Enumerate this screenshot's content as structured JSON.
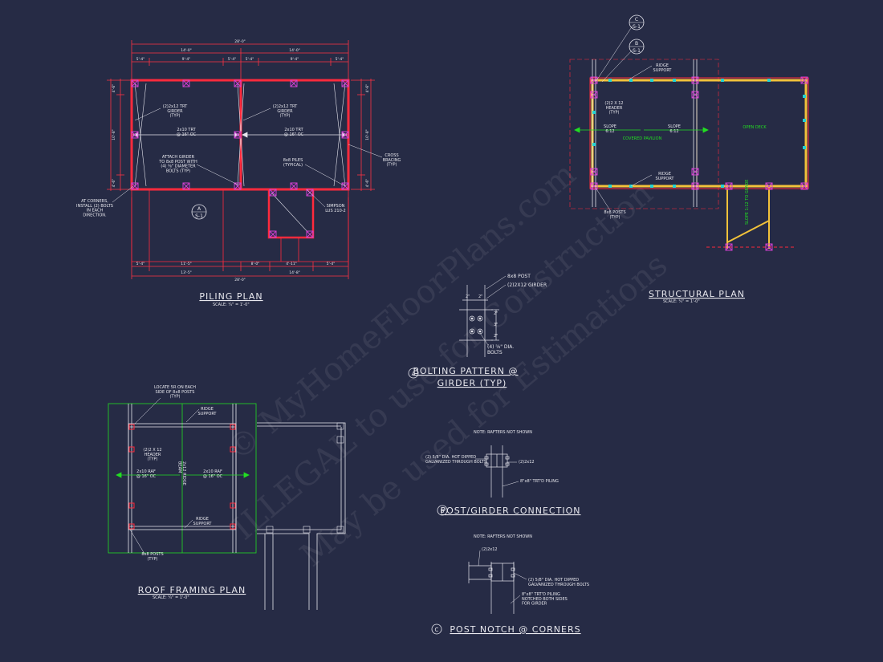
{
  "watermark": {
    "line1": "© MyHomeFloorPlans.com",
    "line2": "ILLEGAL to use for Construction",
    "line3": "May be used for Estimations"
  },
  "colors": {
    "background": "#262b45",
    "framing_red": "#ff2a3c",
    "dimension_red": "#ff3344",
    "pile_magenta": "#d040d0",
    "header_yellow": "#f2c23a",
    "green": "#22dd22",
    "cyan": "#22d3d3",
    "line_white": "#e6e6ee"
  },
  "piling_plan": {
    "title": "PILING PLAN",
    "scale": "SCALE: ¼\" = 1'-0\"",
    "dim_overall": "28'-0\"",
    "dim_top_segments": [
      "14'-0\"",
      "14'-0\""
    ],
    "dim_top_sub": [
      "5'-4\"",
      "9'-4\"",
      "5'-4\"",
      "5'-4\"",
      "9'-4\"",
      "5'-4\""
    ],
    "dim_left": [
      "4'-6\"",
      "10'-8\"",
      "4'-6\""
    ],
    "dim_bottom_sub": [
      "5'-4\"",
      "11'-5\"",
      "8'-0\"",
      "4'-11\"",
      "5'-4\""
    ],
    "dim_bottom_mid": [
      "13'-5\"",
      "14'-8\""
    ],
    "notes": {
      "girder_left": "(2)2x12 TRT\nGIRDER\n(TYP)",
      "girder_right": "(2)2x12 TRT\nGIRDER\n(TYP)",
      "joist_left": "2x10 TRT\n@ 16\" OC",
      "joist_right": "2x10 TRT\n@ 16\" OC",
      "attach": "ATTACH GIRDER\nTO 8x8 POST WITH\n(4) ⅝\" DIAMETER\nBOLTS (TYP)",
      "piles": "8x8 PILES\n(TYPICAL)",
      "cross": "CROSS\nBRACING\n(TYP)",
      "corners": "AT CORNERS,\nINSTALL (2) BOLTS\nIN EACH\nDIRECTION.",
      "simpson": "SIMPSON\nLUS 210-2"
    },
    "callout": {
      "letter": "A",
      "sheet": "S-1"
    }
  },
  "structural_plan": {
    "title": "STRUCTURAL PLAN",
    "scale": "SCALE: ¼\" = 1'-0\"",
    "callouts": [
      {
        "letter": "C",
        "sheet": "S-1"
      },
      {
        "letter": "B",
        "sheet": "S-1"
      }
    ],
    "notes": {
      "ridge_top": "RIDGE\nSUPPORT",
      "header": "(2)2 X 12\nHEADER\n(TYP)",
      "slope_left": "SLOPE\n6:12",
      "slope_right": "SLOPE\n6:12",
      "covered": "COVERED PAVILION",
      "open_deck": "OPEN DECK",
      "ridge_bottom": "RIDGE\nSUPPORT",
      "posts": "8x8 POSTS\n(TYP)",
      "slope_ramp": "SLOPE 1:12 TO GRADE"
    }
  },
  "bolting_detail": {
    "title_line1": "BOLTING PATTERN @",
    "title_line2": "GIRDER (TYP)",
    "marker": "A",
    "notes": {
      "post": "8x8 POST",
      "girder": "(2)2X12 GIRDER",
      "bolts": "(4) ⅝\" DIA.\nBOLTS"
    },
    "dims": [
      "2\"",
      "2\"",
      "2\"",
      "3\"",
      "2\""
    ]
  },
  "roof_framing_plan": {
    "title": "ROOF FRAMING PLAN",
    "scale": "SCALE: ¼\" = 1'-0\"",
    "notes": {
      "locate": "LOCATE 5R ON EACH\nSIDE OF 8x8 POSTS\n(TYP)",
      "ridge_top": "RIDGE\nSUPPORT",
      "header": "(2)2 X 12\nHEADER\n(TYP)",
      "raf_left": "2x10 RAF\n@ 16\" OC",
      "raf_right": "2x10 RAF\n@ 16\" OC",
      "ridge_vertical": "2x12 RIDGE\nBEAM",
      "ridge_bottom": "RIDGE\nSUPPORT",
      "posts": "8x8 POSTS\n(TYP)"
    }
  },
  "post_girder_detail": {
    "title": "POST/GIRDER CONNECTION",
    "marker": "B",
    "note_top": "NOTE: RAFTERS NOT SHOWN",
    "notes": {
      "bolts": "(2) 5/8\" DIA. HOT DIPPED\nGALVANIZED THROUGH BOLTS",
      "girder": "(2)2x12",
      "piling": "8\"x8\" TRT'D PILING"
    }
  },
  "post_notch_detail": {
    "title": "POST NOTCH @ CORNERS",
    "marker": "C",
    "note_top": "NOTE: RAFTERS NOT SHOWN",
    "notes": {
      "girder": "(2)2x12",
      "bolts": "(2) 5/8\" DIA. HOT DIPPED\nGALVANIZED THROUGH BOLTS",
      "piling": "8\"x8\" TRT'D PILING\nNOTCHED BOTH SIDES\nFOR GIRDER"
    }
  }
}
